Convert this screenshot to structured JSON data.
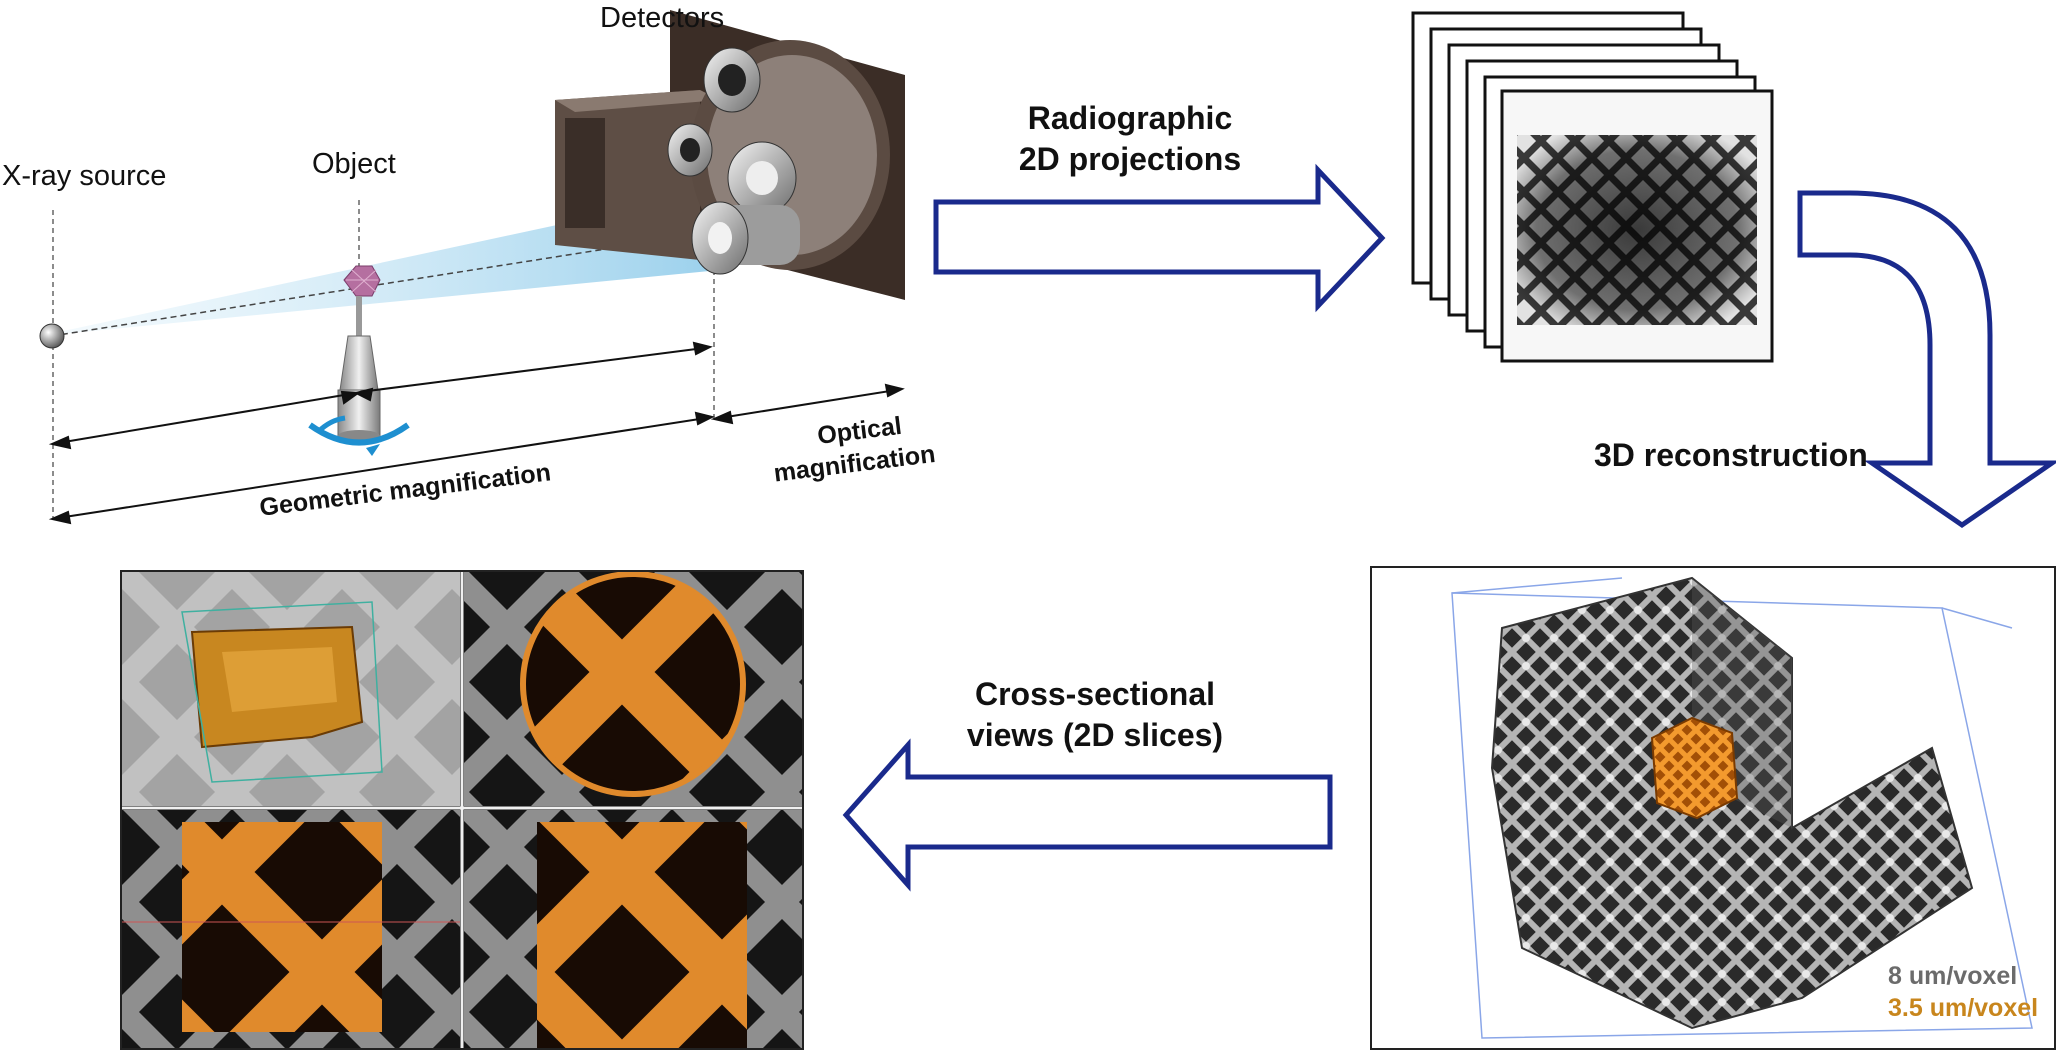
{
  "labels": {
    "detectors": "Detectors",
    "xray_source": "X-ray source",
    "object": "Object",
    "geometric_magnification": "Geometric magnification",
    "optical_magnification_line1": "Optical",
    "optical_magnification_line2": "magnification",
    "projections_line1": "Radiographic",
    "projections_line2": "2D projections",
    "reconstruction": "3D reconstruction",
    "cross_section_line1": "Cross-sectional",
    "cross_section_line2": "views (2D slices)"
  },
  "legend": [
    {
      "text": "8 um/voxel",
      "color": "#6b6b6b"
    },
    {
      "text": "3.5 um/voxel",
      "color": "#c8861d"
    }
  ],
  "colors": {
    "arrow": "#1a2a8c",
    "orange": "#d98a2a",
    "dark": "#1a0d05",
    "grey_volume": "#5a5a5a"
  }
}
